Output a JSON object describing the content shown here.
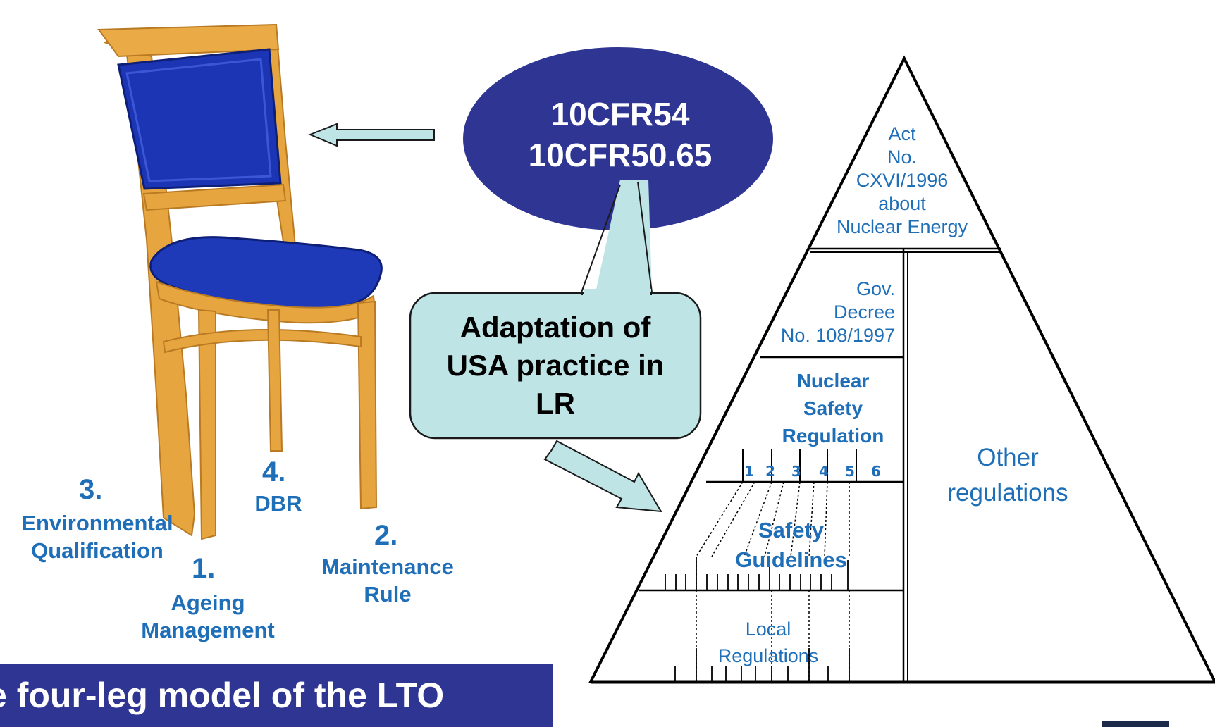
{
  "callout_top": {
    "line1": "10CFR54",
    "line2": "10CFR50.65"
  },
  "callout_box": {
    "line1": "Adaptation of",
    "line2": "USA practice in",
    "line3": "LR"
  },
  "legs": [
    {
      "num": "1.",
      "label1": "Ageing",
      "label2": "Management"
    },
    {
      "num": "2.",
      "label1": "Maintenance",
      "label2": "Rule"
    },
    {
      "num": "3.",
      "label1": "Environmental",
      "label2": "Qualification"
    },
    {
      "num": "4.",
      "label1": "DBR",
      "label2": ""
    }
  ],
  "pyramid": {
    "act": [
      "Act",
      "No.",
      "CXVI/1996",
      "about",
      "Nuclear Energy"
    ],
    "decree": [
      "Gov.",
      "Decree",
      "No. 108/1997"
    ],
    "nsr": [
      "Nuclear",
      "Safety",
      "Regulation"
    ],
    "nsr_numbers": [
      "1",
      "2",
      "3",
      "4",
      "5",
      "6"
    ],
    "guidelines": [
      "Safety",
      "Guidelines"
    ],
    "local": [
      "Local",
      "Regulations"
    ],
    "other": [
      "Other",
      "regulations"
    ]
  },
  "banner": {
    "text": "e four-leg model of the LTO"
  },
  "colors": {
    "ellipse": "#2e3592",
    "callout": "#bfe4e6",
    "text_blue": "#1f6fb8",
    "seat": "#1e3ab8",
    "wood": "#e3a23c"
  }
}
